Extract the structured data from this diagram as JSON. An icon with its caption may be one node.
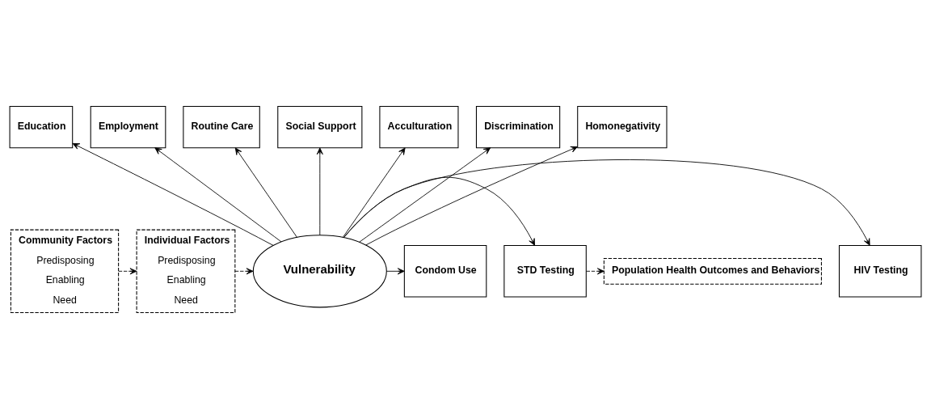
{
  "diagram": {
    "nodes": [
      {
        "text": [
          "Education"
        ]
      },
      {
        "text": [
          "Employment"
        ]
      },
      {
        "text": [
          "Routine Care"
        ]
      },
      {
        "text": [
          "Social Support"
        ]
      },
      {
        "text": [
          "Acculturation"
        ]
      },
      {
        "text": [
          "Discrimination"
        ]
      },
      {
        "text": [
          "Homonegativity"
        ]
      },
      {
        "text": [
          "Community Factors",
          "Predisposing",
          "Enabling",
          "Need"
        ]
      },
      {
        "text": [
          "Individual Factors",
          "Predisposing",
          "Enabling",
          "Need"
        ]
      },
      {
        "text": [
          "Vulnerability"
        ]
      },
      {
        "text": [
          "HIV Testing"
        ]
      },
      {
        "text": [
          "STD Testing"
        ]
      },
      {
        "text": [
          "Condom Use"
        ]
      },
      {
        "text": [
          "Population Health Outcomes and Behaviors"
        ]
      }
    ],
    "edges": [
      {
        "from": 9,
        "to": 0,
        "arrow": "to"
      },
      {
        "from": 9,
        "to": 1,
        "arrow": "to"
      },
      {
        "from": 9,
        "to": 2,
        "arrow": "to"
      },
      {
        "from": 9,
        "to": 3,
        "arrow": "to"
      },
      {
        "from": 9,
        "to": 4,
        "arrow": "to"
      },
      {
        "from": 9,
        "to": 5,
        "arrow": "to"
      },
      {
        "from": 9,
        "to": 6,
        "arrow": "to"
      },
      {
        "from": 7,
        "to": 8,
        "arrow": "to",
        "style": "dashed"
      },
      {
        "from": 8,
        "to": 9,
        "arrow": "to",
        "style": "dashed"
      },
      {
        "from": 9,
        "to": 10,
        "arrow": "to"
      },
      {
        "from": 9,
        "to": 11,
        "arrow": "to"
      },
      {
        "from": 9,
        "to": 12,
        "arrow": "to"
      },
      {
        "from": 11,
        "to": 13,
        "arrow": "to",
        "style": "dashed"
      }
    ]
  }
}
